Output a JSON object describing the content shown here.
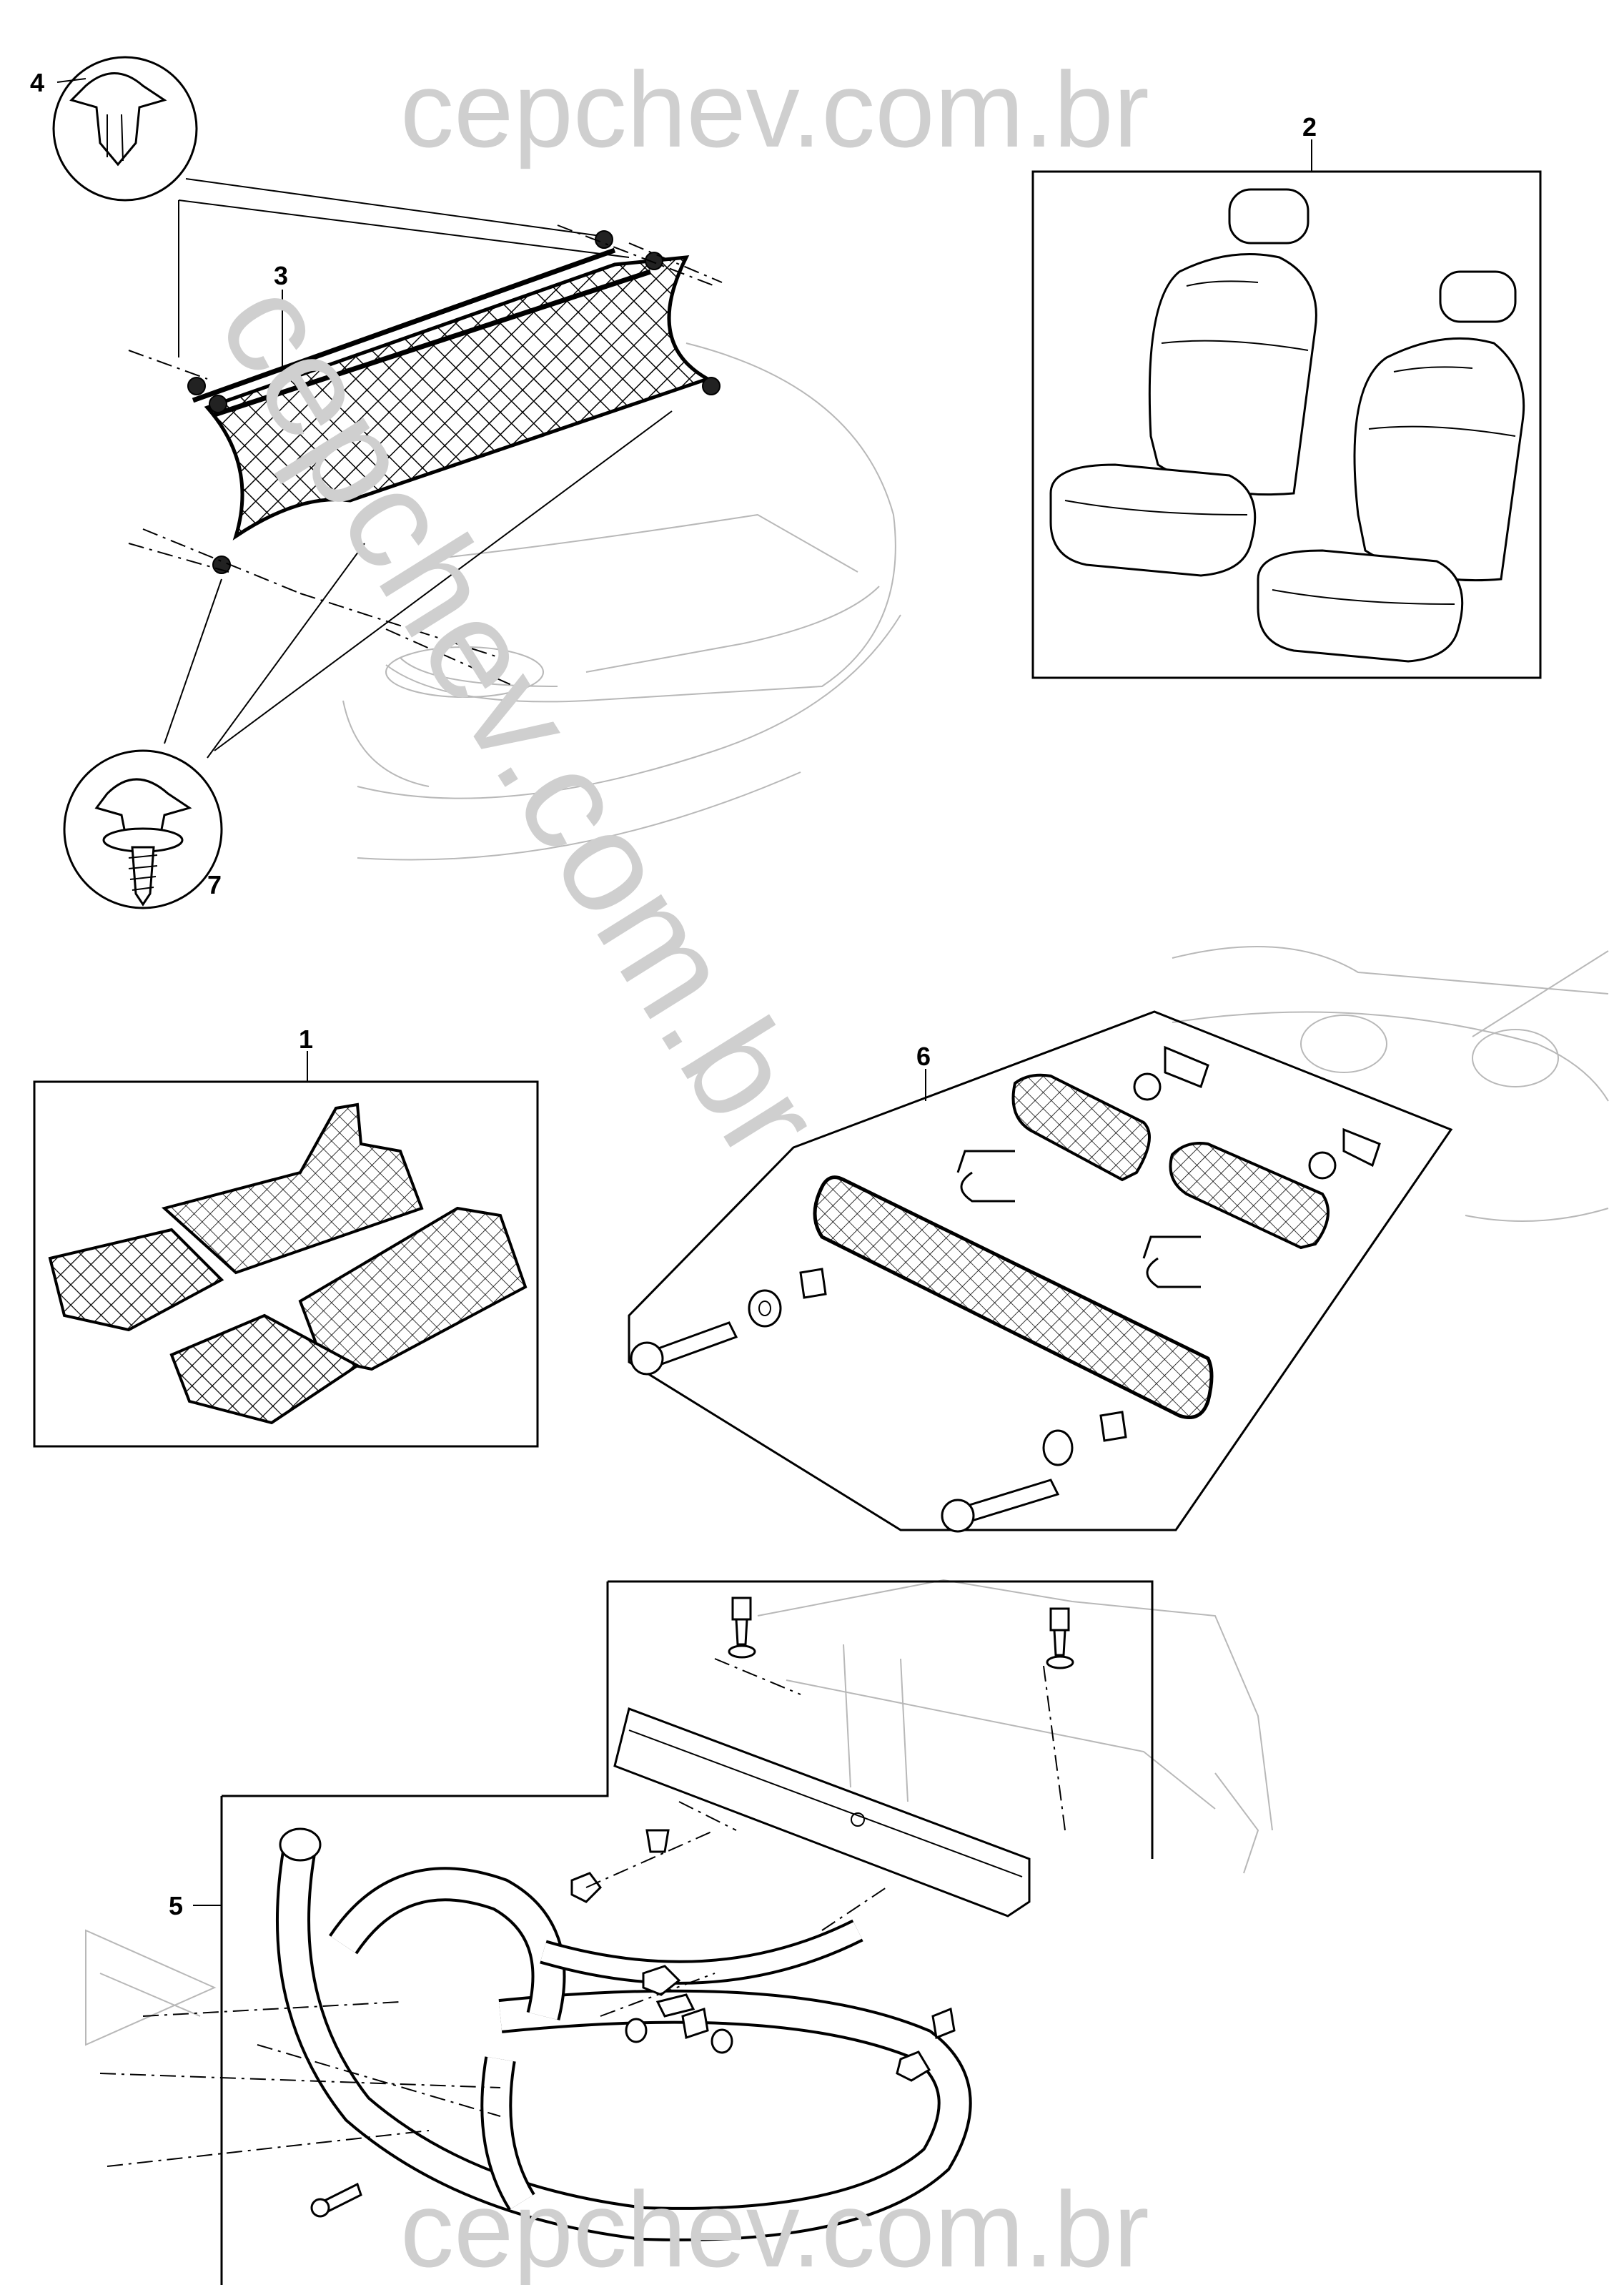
{
  "watermarks": {
    "top": "cepchev.com.br",
    "diagonal": "cepchev.com.br",
    "bottom": "cepchev.com.br"
  },
  "callouts": {
    "c1": "1",
    "c2": "2",
    "c3": "3",
    "c4": "4",
    "c5": "5",
    "c6": "6",
    "c7": "7"
  }
}
